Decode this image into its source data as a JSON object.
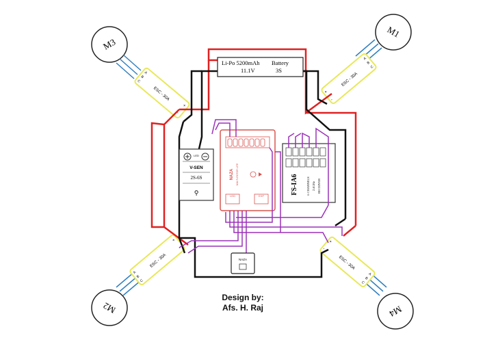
{
  "battery": {
    "capacity": "Li-Po 5200mAh",
    "label": "Battery",
    "voltage": "11.1V",
    "cells": "3S"
  },
  "motors": {
    "m1": "M1",
    "m2": "M2",
    "m3": "M3",
    "m4": "M4"
  },
  "escs": {
    "m1": "ESC - 30A",
    "m2": "ESC - 30A",
    "m3": "ESC - 30A",
    "m4": "ESC - 30A"
  },
  "esc_pins": {
    "a": "A",
    "b": "B",
    "c": "C",
    "plus": "+",
    "minus": "-"
  },
  "vsen": {
    "led": "LED",
    "name": "V-SEN",
    "range": "2S-6S"
  },
  "controller": {
    "brand": "NAZA",
    "model": "MULTI-ROTOR LITE",
    "led_port": "LED",
    "exp_port": "EXP"
  },
  "receiver": {
    "model": "FS-IA6",
    "line1": "6 CHANNELS",
    "line2": "2.4GHz",
    "line3": "RECEIVER"
  },
  "led_module": {
    "label": "NAZA"
  },
  "credit": {
    "line1": "Design by:",
    "line2": "Afs. H. Raj"
  },
  "colors": {
    "power_positive": "#e02020",
    "power_negative": "#111111",
    "signal": "#9b30b8",
    "motor_wire": "#2f7fc0",
    "esc_outline": "#e8e85a",
    "controller": "#d9534f"
  }
}
